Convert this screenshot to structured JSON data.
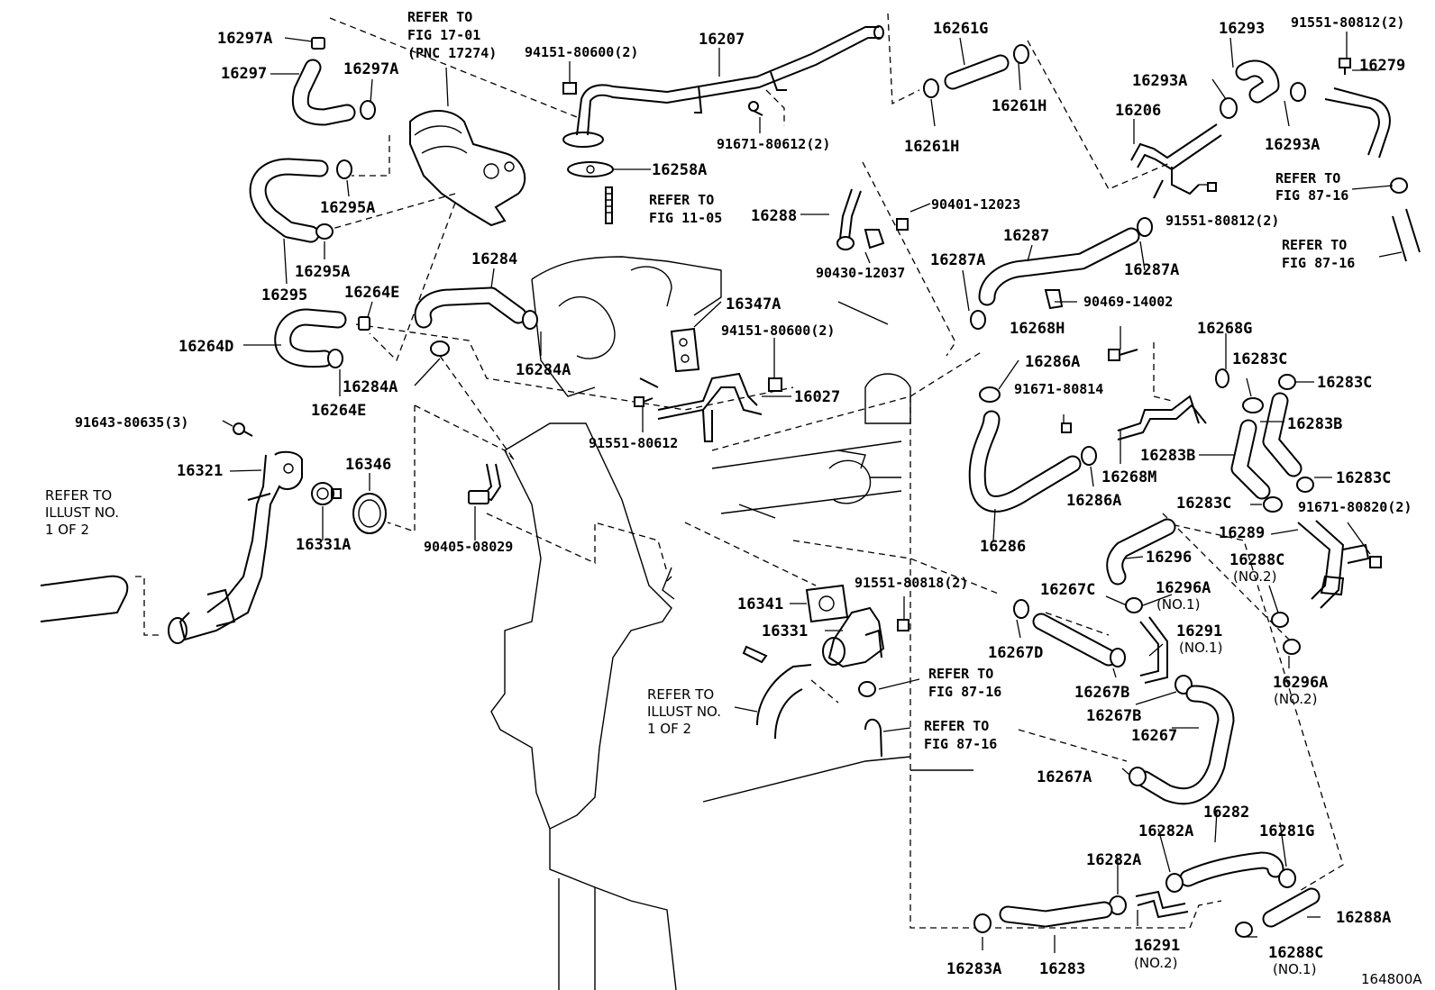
{
  "diagram_id": "164800A",
  "labels": {
    "l16297A_top": "16297A",
    "l16297": "16297",
    "l16297A": "16297A",
    "refer_17": "REFER TO",
    "refer_17b": "FIG 17-01",
    "refer_17c": "(PNC 17274)",
    "l94151_top": "94151-80600(2)",
    "l16207": "16207",
    "l16261G": "16261G",
    "l16261H_r": "16261H",
    "l16261H_l": "16261H",
    "l16293": "16293",
    "l91551_top": "91551-80812(2)",
    "l16279": "16279",
    "l16293A": "16293A",
    "l16293A_b": "16293A",
    "l16206": "16206",
    "l91671_612": "91671-80612(2)",
    "l16258A": "16258A",
    "refer_11": "REFER TO",
    "refer_11b": "FIG 11-05",
    "l16295A_top": "16295A",
    "l16295A_b": "16295A",
    "l16295": "16295",
    "l16288": "16288",
    "l90401": "90401-12023",
    "l90430": "90430-12037",
    "l91551_mid": "91551-80812(2)",
    "refer_8716_a": "REFER TO",
    "refer_8716_ab": "FIG 87-16",
    "refer_8716_b": "REFER TO",
    "refer_8716_bb": "FIG 87-16",
    "l16287": "16287",
    "l16287A_l": "16287A",
    "l16287A_r": "16287A",
    "l90469": "90469-14002",
    "l16284": "16284",
    "l16264E_top": "16264E",
    "l16347A": "16347A",
    "l16264D": "16264D",
    "l94151_mid": "94151-80600(2)",
    "l16268H": "16268H",
    "l16268G": "16268G",
    "l16284A_r": "16284A",
    "l16284A_l": "16284A",
    "l16027": "16027",
    "l16286A_top": "16286A",
    "l16283C_1": "16283C",
    "l16283C_2": "16283C",
    "l16264E_b": "16264E",
    "l91671_814": "91671-80814",
    "l16283B_1": "16283B",
    "l91643": "91643-80635(3)",
    "l91551_612": "91551-80612",
    "l16283B_2": "16283B",
    "l16283C_3": "16283C",
    "l16346": "16346",
    "l16321": "16321",
    "l16268M": "16268M",
    "l16286A_b": "16286A",
    "l16283C_4": "16283C",
    "l91671_820": "91671-80820(2)",
    "refer_ill_1": "REFER TO",
    "refer_ill_1b": "ILLUST NO.",
    "refer_ill_1c": "1 OF 2",
    "l16289": "16289",
    "l16331A": "16331A",
    "l90405": "90405-08029",
    "l16286": "16286",
    "l16296": "16296",
    "l16288C_top": "16288C",
    "l_no2_a": "(NO.2)",
    "l91551_818": "91551-80818(2)",
    "l16267C": "16267C",
    "l16296A_top": "16296A",
    "l_no1_a": "(NO.1)",
    "l16341": "16341",
    "l16331": "16331",
    "l16267D": "16267D",
    "l16291_top": "16291",
    "l_no1_b": "(NO.1)",
    "refer_8716_c": "REFER TO",
    "refer_8716_cb": "FIG 87-16",
    "l16267B_1": "16267B",
    "l16296A_b": "16296A",
    "l_no2_b": "(NO.2)",
    "refer_ill_2": "REFER TO",
    "refer_ill_2b": "ILLUST NO.",
    "refer_ill_2c": "1 OF 2",
    "l16267B_2": "16267B",
    "refer_8716_d": "REFER TO",
    "refer_8716_db": "FIG 87-16",
    "l16267": "16267",
    "l16267A": "16267A",
    "l16282": "16282",
    "l16282A_top": "16282A",
    "l16281G": "16281G",
    "l16282A_l": "16282A",
    "l16288A": "16288A",
    "l16291_b": "16291",
    "l_no2_c": "(NO.2)",
    "l16288C_b": "16288C",
    "l_no1_c": "(NO.1)",
    "l16283A": "16283A",
    "l16283": "16283",
    "fig_id": "164800A"
  }
}
